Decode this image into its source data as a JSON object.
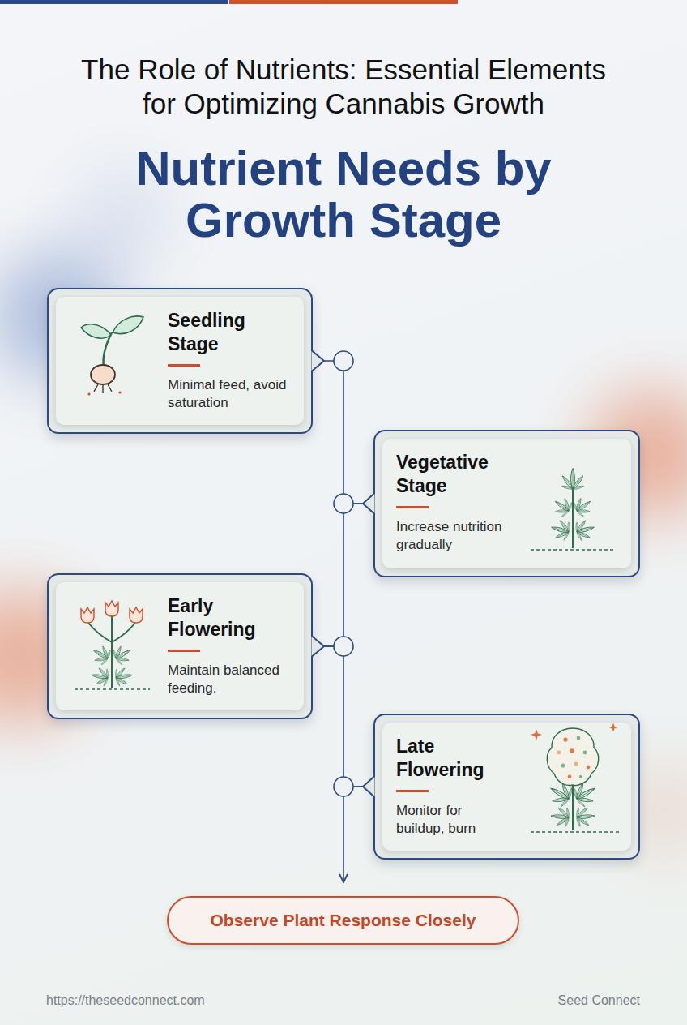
{
  "diagram": {
    "title": "Nutrient Needs by Growth Stage",
    "nodes": [
      {
        "text": [
          "Seedling Stage",
          "Minimal feed, avoid saturation"
        ]
      },
      {
        "text": [
          "Vegetative Stage",
          "Increase nutrition gradually"
        ]
      },
      {
        "text": [
          "Early Flowering",
          "Maintain balanced feeding."
        ]
      },
      {
        "text": [
          "Late Flowering",
          "Monitor for buildup, burn"
        ]
      },
      {
        "text": [
          "Observe Plant Response Closely"
        ]
      }
    ],
    "edges": [
      {
        "from": 0,
        "to": 1,
        "arrow": "none"
      },
      {
        "from": 1,
        "to": 2,
        "arrow": "none"
      },
      {
        "from": 2,
        "to": 3,
        "arrow": "none"
      },
      {
        "from": 3,
        "to": 4,
        "arrow": "to"
      }
    ],
    "labels": [
      "The Role of Nutrients: Essential Elements for Optimizing Cannabis Growth",
      "https://theseedconnect.com",
      "Seed Connect"
    ]
  }
}
